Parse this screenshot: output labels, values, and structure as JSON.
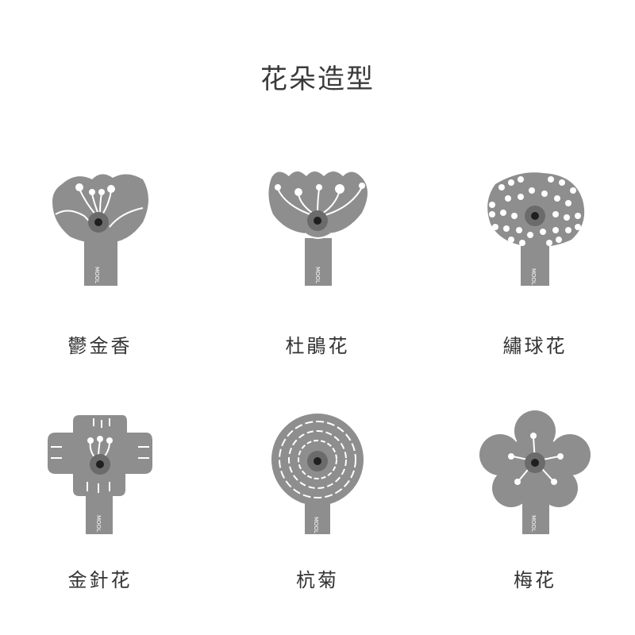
{
  "title": "花朵造型",
  "brand": "MOOL",
  "colors": {
    "flower": "#8e8e8e",
    "center_ring": "#6b6b6b",
    "center_dot": "#1f1f1f",
    "detail": "#ffffff"
  },
  "items": [
    {
      "name": "鬱金香",
      "icon": "tulip-icon"
    },
    {
      "name": "杜鵑花",
      "icon": "azalea-icon"
    },
    {
      "name": "繡球花",
      "icon": "hydrangea-icon"
    },
    {
      "name": "金針花",
      "icon": "daylily-icon"
    },
    {
      "name": "杭菊",
      "icon": "chrysanthemum-icon"
    },
    {
      "name": "梅花",
      "icon": "plum-blossom-icon"
    }
  ]
}
